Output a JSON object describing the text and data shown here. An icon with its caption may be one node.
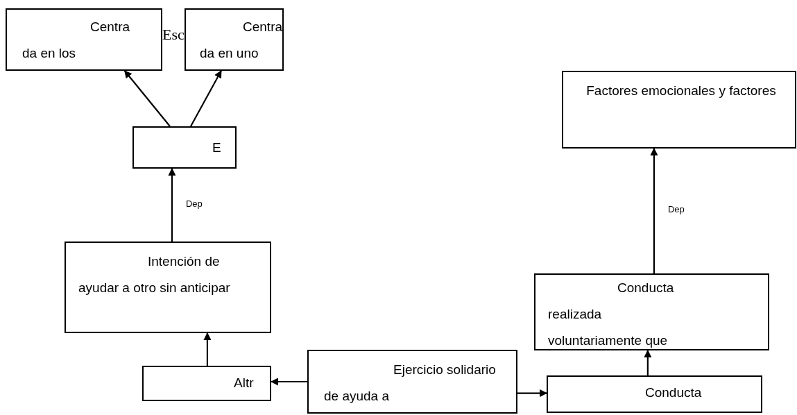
{
  "diagram": {
    "nodes": [
      {
        "text": [
          "Centra da en los"
        ]
      },
      {
        "text": [
          "Centra da en uno"
        ]
      },
      {
        "text": [
          "E"
        ]
      },
      {
        "text": [
          "Factores emocionales  y factores"
        ]
      },
      {
        "text": [
          "Intención de ayudar a otro sin anticipar"
        ]
      },
      {
        "text": [
          "Conducta realizada voluntariamente que"
        ]
      },
      {
        "text": [
          "Altr"
        ]
      },
      {
        "text": [
          "Ejercicio solidario de ayuda a"
        ]
      },
      {
        "text": [
          "Conducta"
        ]
      }
    ],
    "edges": [
      {
        "from": 2,
        "to": 0,
        "arrow": "to"
      },
      {
        "from": 2,
        "to": 1,
        "arrow": "to"
      },
      {
        "from": 4,
        "to": 2,
        "arrow": "to",
        "label": "Dep"
      },
      {
        "from": 5,
        "to": 3,
        "arrow": "to",
        "label": "Dep"
      },
      {
        "from": 6,
        "to": 4,
        "arrow": "to"
      },
      {
        "from": 7,
        "to": 6,
        "arrow": "to"
      },
      {
        "from": 7,
        "to": 8,
        "arrow": "to"
      },
      {
        "from": 8,
        "to": 5,
        "arrow": "to"
      }
    ],
    "labels": [
      "Esc"
    ]
  }
}
